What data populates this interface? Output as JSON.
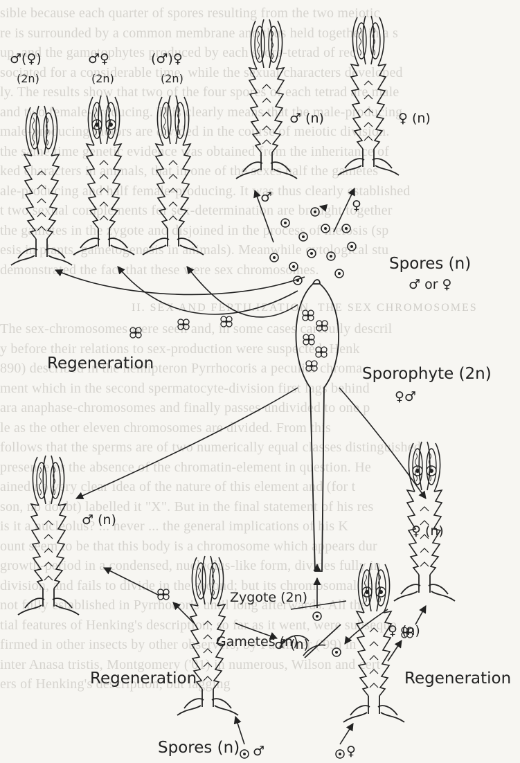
{
  "background_text": {
    "lines": [
      "sible because each quarter of spores resulting from the two meiotic",
      "re is surrounded by a common membrane and thus held together in a s",
      "up, and the gametophytes produced by each spore-tetrad of rec",
      "sociated for a considerable time, while the sexual characters developed",
      "ly. The results show that two of the four spores of each tetrad are male",
      "and two female-producing. This clearly means that the male-producing",
      "male-producing factors are divided in the course of meiotic division.",
      "the same time genetic evidence was obtained from the inheritance of",
      "ked characters in animals, that in one of the sexes half the gametes",
      "ale-producing and half female-producing. It was thus clearly established",
      "t two sexual complements for sex-determination are brought together",
      "the gametes in the zygote and disjoined in the process of meiosis (sp",
      "esis in plants, gametogenesis in animals). Meanwhile cytological stu",
      "demonstrated the fact that these were sex chromosomes.",
      "",
      "II. SEX AND FERTILIZATION. THE SEX CHROMOSOMES",
      "The sex-chromosomes were seen and, in some cases carefully descril",
      "y before their relations to sex-production were suspected. Henk",
      "890) described in the hemipteron Pyrrhocoris a peculiar chroma",
      "ment which in the second spermatocyte-division first lags behind",
      "ara anaphase-chromosomes and finally passes undivided to one p",
      "le as the other eleven chromosomes are divided. From this",
      "follows that the sperms are of two numerically equal classes distinguished",
      "presence or the absence of the chromatin-element in question. He",
      "ained no very clear idea of the nature of this element and (for t",
      "son, no doubt) labelled it \"X\". But in the final statement of his res",
      "is it a nucleolus? ... never ... the general implications of his K",
      "ount seem to be that this body is a chromosome which appears dur",
      "growth-period in a condensed, nucleolus-like form, divides fully in",
      "division, and fails to divide in the second; but its chromosomal nat",
      "not fully established in Pyrrhocoris until long afterwards. All the",
      "tial features of Henking's description, so far as it went, were subseque",
      "firmed in other insects by other observers, by Paulmier ('99) in",
      "inter Anasa tristis, Montgomery ('01) in numerous, Wilson and cert",
      "ers of Henking's description, but lagging"
    ]
  },
  "labels": {
    "top_left_1_sex": "♂(♀)",
    "top_left_1_ploidy": "(2n)",
    "top_left_2_sex": "♂♀",
    "top_left_2_ploidy": "(2n)",
    "top_left_3_sex": "(♂)♀",
    "top_left_3_ploidy": "(2n)",
    "top_center_male": "♂ (n)",
    "top_right_female": "♀ (n)",
    "arrow_male": "♂",
    "arrow_female": "♀",
    "spores_top_title": "Spores (n)",
    "spores_top_sex": "♂ or ♀",
    "regeneration_top": "Regeneration",
    "sporophyte_title": "Sporophyte (2n)",
    "sporophyte_sex": "♀♂",
    "zygote": "Zygote (2n)",
    "gametes": "Gametes (n)",
    "bottom_left_male": "♂ (n)",
    "bottom_right_female": "♀ (n)",
    "bottom_center_male": "♂ (n)",
    "bottom_center_female": "♀ (n)",
    "regeneration_bottom_left": "Regeneration",
    "regeneration_bottom_right": "Regeneration",
    "spores_bottom": "Spores (n)",
    "spores_bottom_male": "♂",
    "spores_bottom_female": "♀"
  }
}
